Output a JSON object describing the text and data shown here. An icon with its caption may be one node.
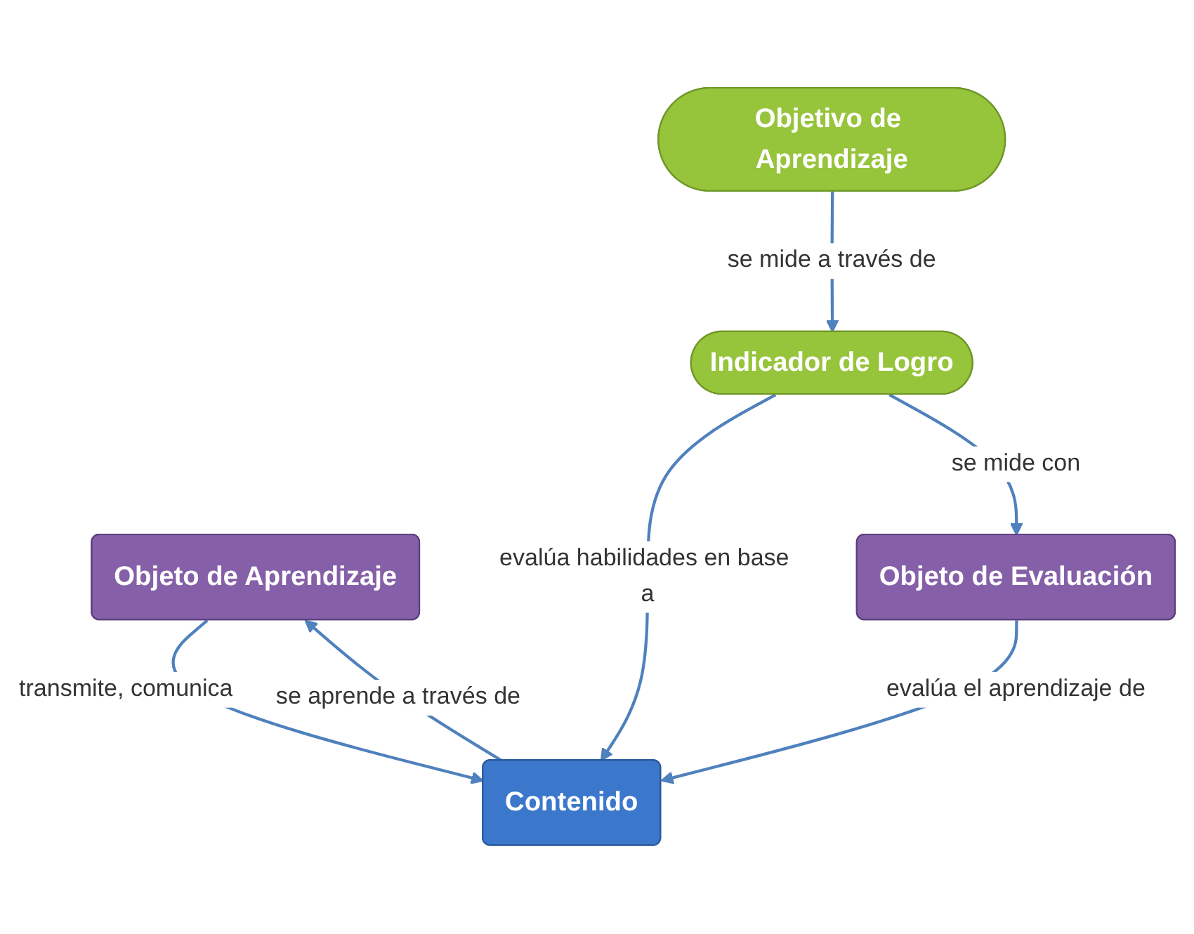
{
  "diagram": {
    "nodes": [
      {
        "text": [
          "Objeto de Aprendizaje"
        ]
      },
      {
        "text": [
          "Objetivo de Aprendizaje"
        ]
      },
      {
        "text": [
          "Contenido"
        ]
      },
      {
        "text": [
          "Indicador de Logro"
        ]
      },
      {
        "text": [
          "Objeto de Evaluación"
        ]
      }
    ],
    "edges": [
      {
        "from": 0,
        "to": 2,
        "arrow": "to",
        "label": "transmite, comunica"
      },
      {
        "from": 2,
        "to": 0,
        "arrow": "to",
        "label": "se aprende a través de"
      },
      {
        "from": 1,
        "to": 3,
        "arrow": "to",
        "label": "se mide a través de"
      },
      {
        "from": 3,
        "to": 2,
        "arrow": "to",
        "label": "evalúa habilidades en base a"
      },
      {
        "from": 4,
        "to": 2,
        "arrow": "to",
        "label": "evalúa el aprendizaje de"
      },
      {
        "from": 3,
        "to": 4,
        "arrow": "to",
        "label": "se mide con"
      }
    ]
  }
}
